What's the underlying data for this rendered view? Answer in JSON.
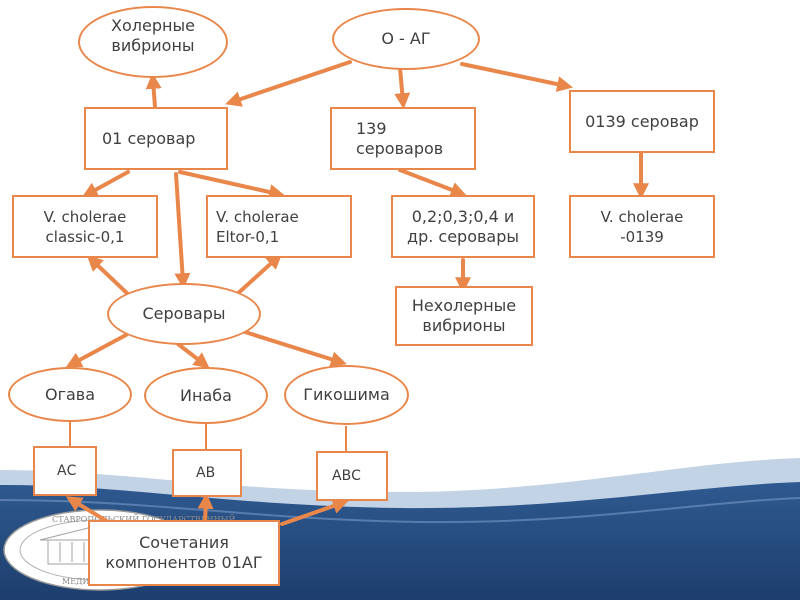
{
  "colors": {
    "accent": "#e9874b",
    "text": "#404040",
    "band_dark": "#1d3e6e",
    "band_mid": "#2f5a90",
    "band_light": "#c3d3e6"
  },
  "nodes": {
    "cholera_vibrions": "Холерные вибрионы",
    "o_ag": "О - АГ",
    "serovar_01": "01 серовар",
    "serovars_139": "139 сероваров",
    "serovar_0139": "0139 серовар",
    "classic": "V. cholerae classic-0,1",
    "eltor": "V. cholerae Eltor-0,1",
    "other_serovars": "0,2;0,3;0,4 и др. серовары",
    "v_0139": "V. cholerae -0139",
    "serovars": "Серовары",
    "non_cholera": "Нехолерные вибрионы",
    "ogawa": "Огава",
    "inaba": "Инаба",
    "hikojima": "Гикошима",
    "ac": "АС",
    "ab": "АВ",
    "abc": "АВС",
    "combinations": "Сочетания компонентов 01АГ"
  },
  "seal": {
    "top_text": "СТАВРОПОЛЬСКИЙ ГОСУДАРСТВЕННЫЙ",
    "bottom_text": "МЕДИЦИНСКИЙ"
  }
}
